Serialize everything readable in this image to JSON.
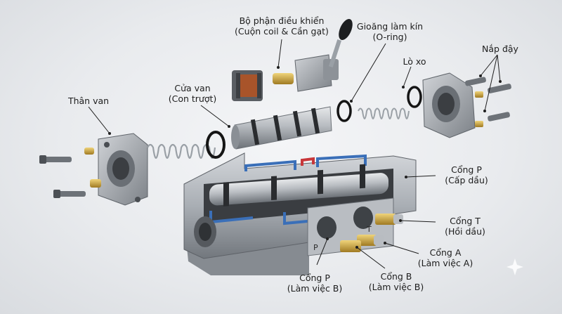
{
  "labels": {
    "than_van": {
      "line1": "Thân van"
    },
    "bo_phan_dieu_khien": {
      "line1": "Bộ phận điều khiển",
      "line2": "(Cuộn coil & Cần gạt)"
    },
    "gioang_lam_kin": {
      "line1": "Gioăng làm kín",
      "line2": "(O-ring)"
    },
    "lo_xo": {
      "line1": "Lò xo"
    },
    "nap_day": {
      "line1": "Nắp đậy"
    },
    "cua_van": {
      "line1": "Cửa van",
      "line2": "(Con trượt)"
    },
    "cong_p_cap": {
      "line1": "Cổng P",
      "line2": "(Cấp dầu)"
    },
    "cong_t": {
      "line1": "Cổng T",
      "line2": "(Hồi dầu)"
    },
    "cong_a": {
      "line1": "Cổng A",
      "line2": "(Làm việc A)"
    },
    "cong_b": {
      "line1": "Cổng B",
      "line2": "(Làm việc B)"
    },
    "cong_p_lam": {
      "line1": "Cổng P",
      "line2": "(Làm việc B)"
    }
  },
  "port_marks": {
    "p": "P",
    "t": "T"
  },
  "colors": {
    "metal_light": "#c9ccd0",
    "metal_mid": "#9da2a8",
    "metal_dark": "#5f646a",
    "channel_blue": "#3a6fb8",
    "channel_red": "#c8373a",
    "brass": "#c9a43a",
    "coil_copper": "#a8542a"
  }
}
